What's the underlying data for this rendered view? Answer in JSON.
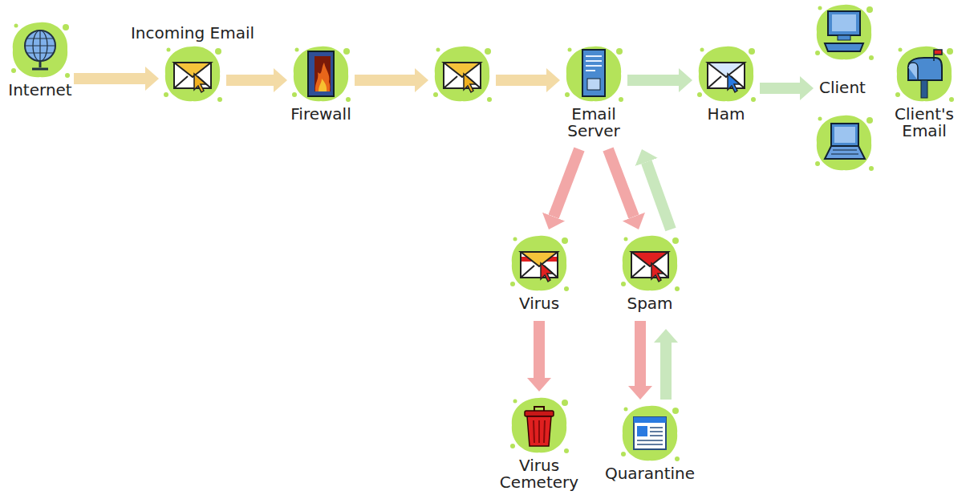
{
  "diagram": {
    "nodes": [
      {
        "text": [
          "Internet"
        ]
      },
      {
        "text": [
          "Incoming Email"
        ]
      },
      {
        "text": [
          "Firewall"
        ]
      },
      {
        "text": []
      },
      {
        "text": [
          "Email Server"
        ]
      },
      {
        "text": [
          "Ham"
        ]
      },
      {
        "text": [
          "Client"
        ]
      },
      {
        "text": [
          "Client's Email"
        ]
      },
      {
        "text": [
          "Virus"
        ]
      },
      {
        "text": [
          "Spam"
        ]
      },
      {
        "text": [
          "Virus Cemetery"
        ]
      },
      {
        "text": [
          "Quarantine"
        ]
      }
    ],
    "edges": [
      {
        "from": 0,
        "to": 1,
        "arrow": "to"
      },
      {
        "from": 1,
        "to": 2,
        "arrow": "to"
      },
      {
        "from": 2,
        "to": 3,
        "arrow": "to"
      },
      {
        "from": 3,
        "to": 4,
        "arrow": "to"
      },
      {
        "from": 4,
        "to": 5,
        "arrow": "to"
      },
      {
        "from": 5,
        "to": 6,
        "arrow": "to"
      },
      {
        "from": 4,
        "to": 8,
        "arrow": "to"
      },
      {
        "from": 4,
        "to": 9,
        "arrow": "to"
      },
      {
        "from": 9,
        "to": 4,
        "arrow": "to"
      },
      {
        "from": 8,
        "to": 10,
        "arrow": "to"
      },
      {
        "from": 9,
        "to": 11,
        "arrow": "to"
      },
      {
        "from": 11,
        "to": 9,
        "arrow": "to"
      }
    ]
  }
}
